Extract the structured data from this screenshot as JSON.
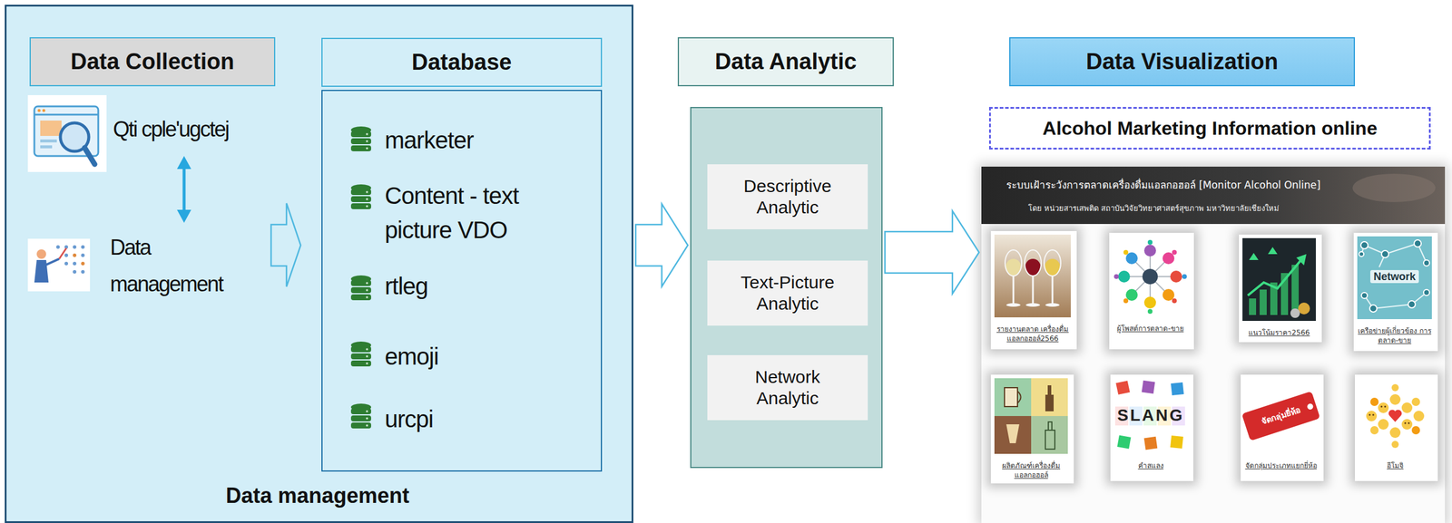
{
  "diagram": {
    "nodes": [
      {
        "text": [
          "Data management"
        ]
      },
      {
        "text": [
          "Data Collection"
        ],
        "in": 0
      },
      {
        "text": [
          "Database"
        ],
        "in": 0
      },
      {
        "text": [
          "marketer",
          "Content - text picture VDO",
          "rtleg",
          "emoji",
          "urcpi"
        ],
        "in": 0
      },
      {
        "text": [
          "Data Analytic"
        ]
      },
      {
        "text": []
      },
      {
        "text": [
          "Descriptive Analytic"
        ],
        "in": 5
      },
      {
        "text": [
          "Text-Picture Analytic"
        ],
        "in": 5
      },
      {
        "text": [
          "Network Analytic"
        ],
        "in": 5
      },
      {
        "text": [
          "Data Visualization"
        ]
      },
      {
        "text": [
          "Alcohol Marketing Information online"
        ]
      },
      {
        "text": [
          "ระบบเฝ้าระวังการตลาดเครื่องดื่มแอลกอฮอล์ [Monitor Alcohol Online]",
          "โดย หน่วยสารเสพติด สถาบันวิจัยวิทยาศาสตร์สุขภาพ มหาวิทยาลัยเชียงใหม่"
        ]
      },
      {
        "text": [
          "รายงานตลาด เครื่องดื่มแอลกอฮอล์2566"
        ],
        "in": 11
      },
      {
        "text": [
          "ผู้โพสต์การตลาด-ขาย"
        ],
        "in": 11
      },
      {
        "text": [
          "แนวโน้มราคา2566"
        ],
        "in": 11
      },
      {
        "text": [
          "เครือข่ายผู้เกี่ยวข้อง การตลาด-ขาย"
        ],
        "in": 11
      },
      {
        "text": [
          "ผลิตภัณฑ์เครื่องดื่มแอลกอฮอล์"
        ],
        "in": 11
      },
      {
        "text": [
          "คำสแลง"
        ],
        "in": 11
      },
      {
        "text": [
          "จัดกลุ่มประเภทแยกยี่ห้อ"
        ],
        "in": 11
      },
      {
        "text": [
          "อีโมจิ"
        ],
        "in": 11
      }
    ],
    "edges": [
      {
        "from": 0,
        "to": 5,
        "arrow": "to"
      },
      {
        "from": 5,
        "to": 11,
        "arrow": "to"
      }
    ],
    "labels": [
      "Qti cple'ugctej",
      "Data management",
      "Network",
      "SLANG",
      "จัดกลุ่มยี่ห้อ"
    ]
  }
}
